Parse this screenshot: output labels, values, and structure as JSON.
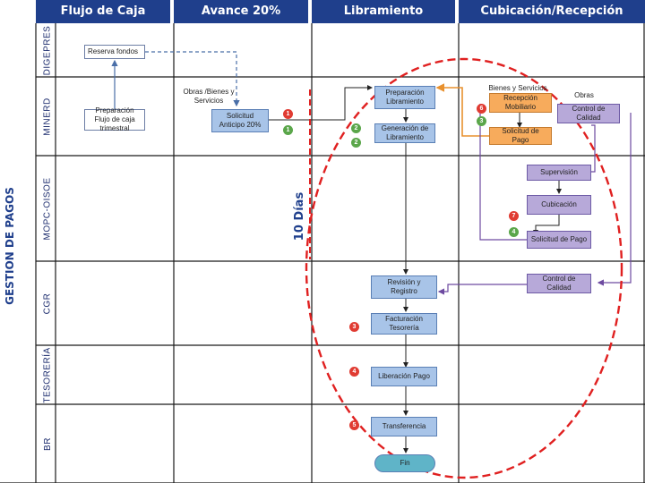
{
  "headers": {
    "flujo": "Flujo de Caja",
    "avance": "Avance 20%",
    "libramiento": "Libramiento",
    "cubicacion": "Cubicación/Recepción"
  },
  "side_title": "GESTION DE PAGOS",
  "lanes": {
    "digepres": "DIGEPRES",
    "minerd": "MINERD",
    "mopc": "MOPC-OISOE",
    "cgr": "CGR",
    "tesoreria": "TESORERÍA",
    "br": "BR"
  },
  "boxes": {
    "reserva": "Reserva fondos",
    "preparacion_flujo": "Preparación Flujo de caja trimestral",
    "solicitud_anticipo": "Solicitud Anticipo 20%",
    "preparacion_libramiento": "Preparación Libramiento",
    "generacion_libramiento": "Generación de Libramiento",
    "recepcion_mobiliario": "Recepción Mobiliario",
    "solicitud_pago": "Solicitud de Pago",
    "control_calidad_1": "Control de Calidad",
    "supervision": "Supervisión",
    "cubicacion": "Cubicación",
    "solicitud_pago_2": "Solicitud de Pago",
    "revision_registro": "Revisión y Registro",
    "control_calidad_2": "Control de Calidad",
    "facturacion_tesoreria": "Facturación Tesorería",
    "liberacion_pago": "Liberación Pago",
    "transferencia": "Transferencia",
    "fin": "Fin"
  },
  "notes": {
    "obras_bienes": "Obras /Bienes y Servicios",
    "bienes_servicios": "Bienes y Servicios",
    "obras": "Obras",
    "dias": "10 Días"
  },
  "numbers": {
    "n1a": "1",
    "n1b": "1",
    "n2a": "2",
    "n2b": "2",
    "n3a": "3",
    "n3b": "3",
    "n4": "4",
    "n5": "5",
    "n6": "6",
    "n7": "7",
    "n8": "4"
  },
  "colors": {
    "header": "#1f3f8c",
    "box_blue": "#a8c4e8",
    "box_purple": "#b7a9d9",
    "box_orange": "#f7ab5c",
    "dash_red": "#e02020"
  }
}
